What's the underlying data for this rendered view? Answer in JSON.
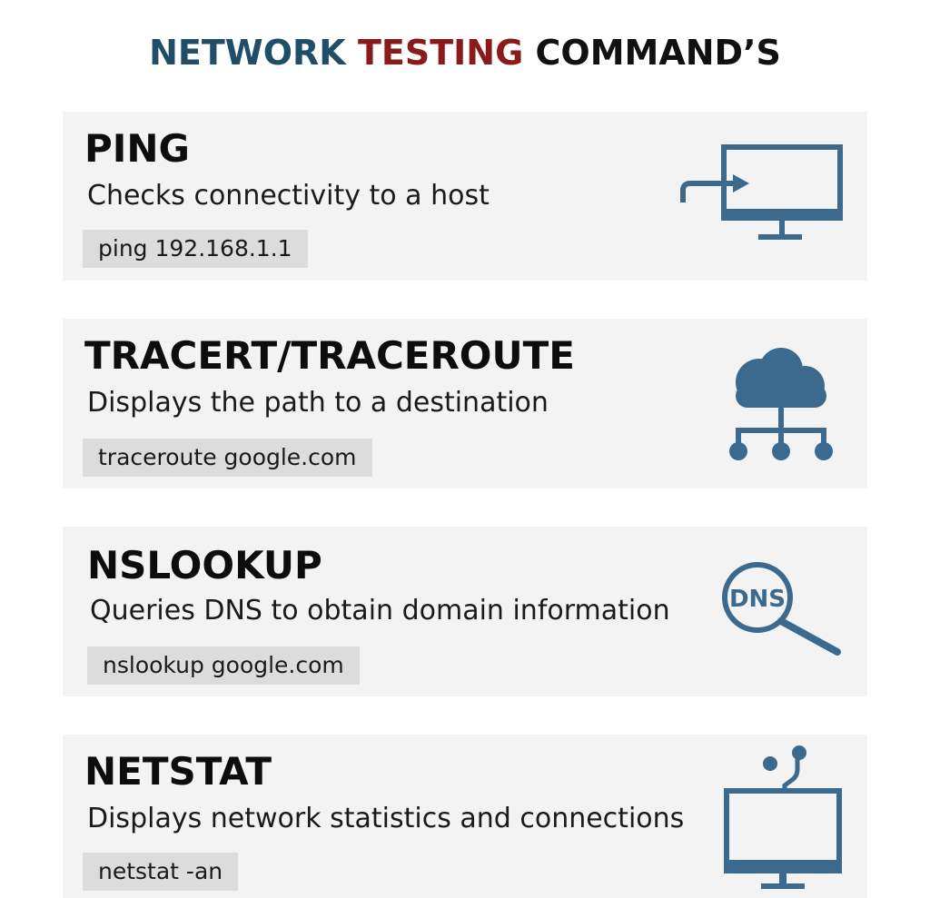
{
  "header": {
    "title_part1": "NETWORK",
    "title_part2": "TESTING",
    "title_part3": "COMMAND’S"
  },
  "colors": {
    "title_blue": "#1f4e69",
    "title_red": "#8b1a1a",
    "icon_blue": "#3b6a8e",
    "card_bg": "#f3f3f3",
    "code_bg": "#dcdcdc"
  },
  "commands": [
    {
      "name": "PING",
      "description": "Checks connectivity to a host",
      "example": "ping 192.168.1.1",
      "icon": "monitor-arrow-icon"
    },
    {
      "name": "TRACERT/TRACEROUTE",
      "description": "Displays the path to a destination",
      "example": "traceroute google.com",
      "icon": "cloud-network-icon"
    },
    {
      "name": "NSLOOKUP",
      "description": "Queries DNS to obtain domain information",
      "example": "nslookup google.com",
      "icon": "dns-magnifier-icon",
      "icon_label": "DNS"
    },
    {
      "name": "NETSTAT",
      "description": "Displays network statistics and connections",
      "example": "netstat -an",
      "icon": "monitor-connections-icon"
    }
  ]
}
